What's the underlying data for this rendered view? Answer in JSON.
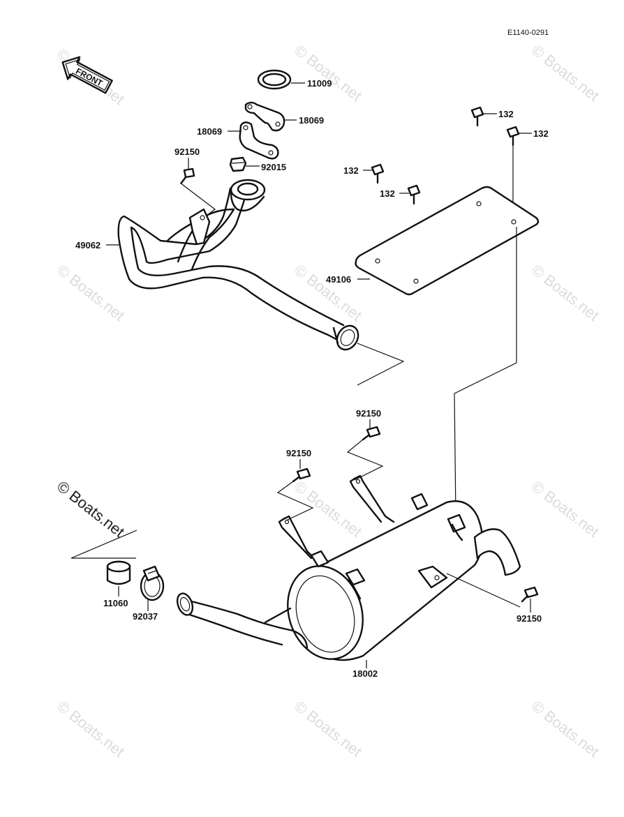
{
  "diagram_code": "E1140-0291",
  "front_arrow_text": "FRONT",
  "watermark_text": "© Boats.net",
  "parts": {
    "gasket": "11009",
    "flange_right": "18069",
    "flange_left": "18069",
    "nut": "92015",
    "bolt_header": "92150",
    "header_pipe": "49062",
    "bolt_132_a": "132",
    "bolt_132_b": "132",
    "bolt_132_c": "132",
    "bolt_132_d": "132",
    "heat_plate": "49106",
    "bolt_muffler_top": "92150",
    "bolt_muffler_mid": "92150",
    "bolt_muffler_right": "92150",
    "sleeve": "11060",
    "clamp": "92037",
    "muffler": "18002"
  }
}
